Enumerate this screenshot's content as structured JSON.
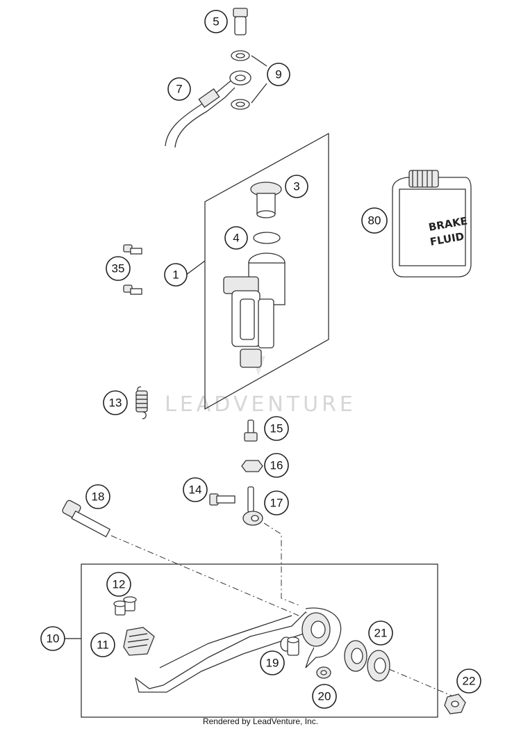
{
  "callouts": {
    "c1": "1",
    "c3": "3",
    "c4": "4",
    "c5": "5",
    "c7": "7",
    "c9": "9",
    "c10": "10",
    "c11": "11",
    "c12": "12",
    "c13": "13",
    "c14": "14",
    "c15": "15",
    "c16": "16",
    "c17": "17",
    "c18": "18",
    "c19": "19",
    "c20": "20",
    "c21": "21",
    "c22": "22",
    "c35": "35",
    "c80": "80"
  },
  "bottle": {
    "line1": "BRAKE",
    "line2": "FLUID"
  },
  "watermark": "LEADVENTURE",
  "footer": "Rendered by LeadVenture, Inc."
}
